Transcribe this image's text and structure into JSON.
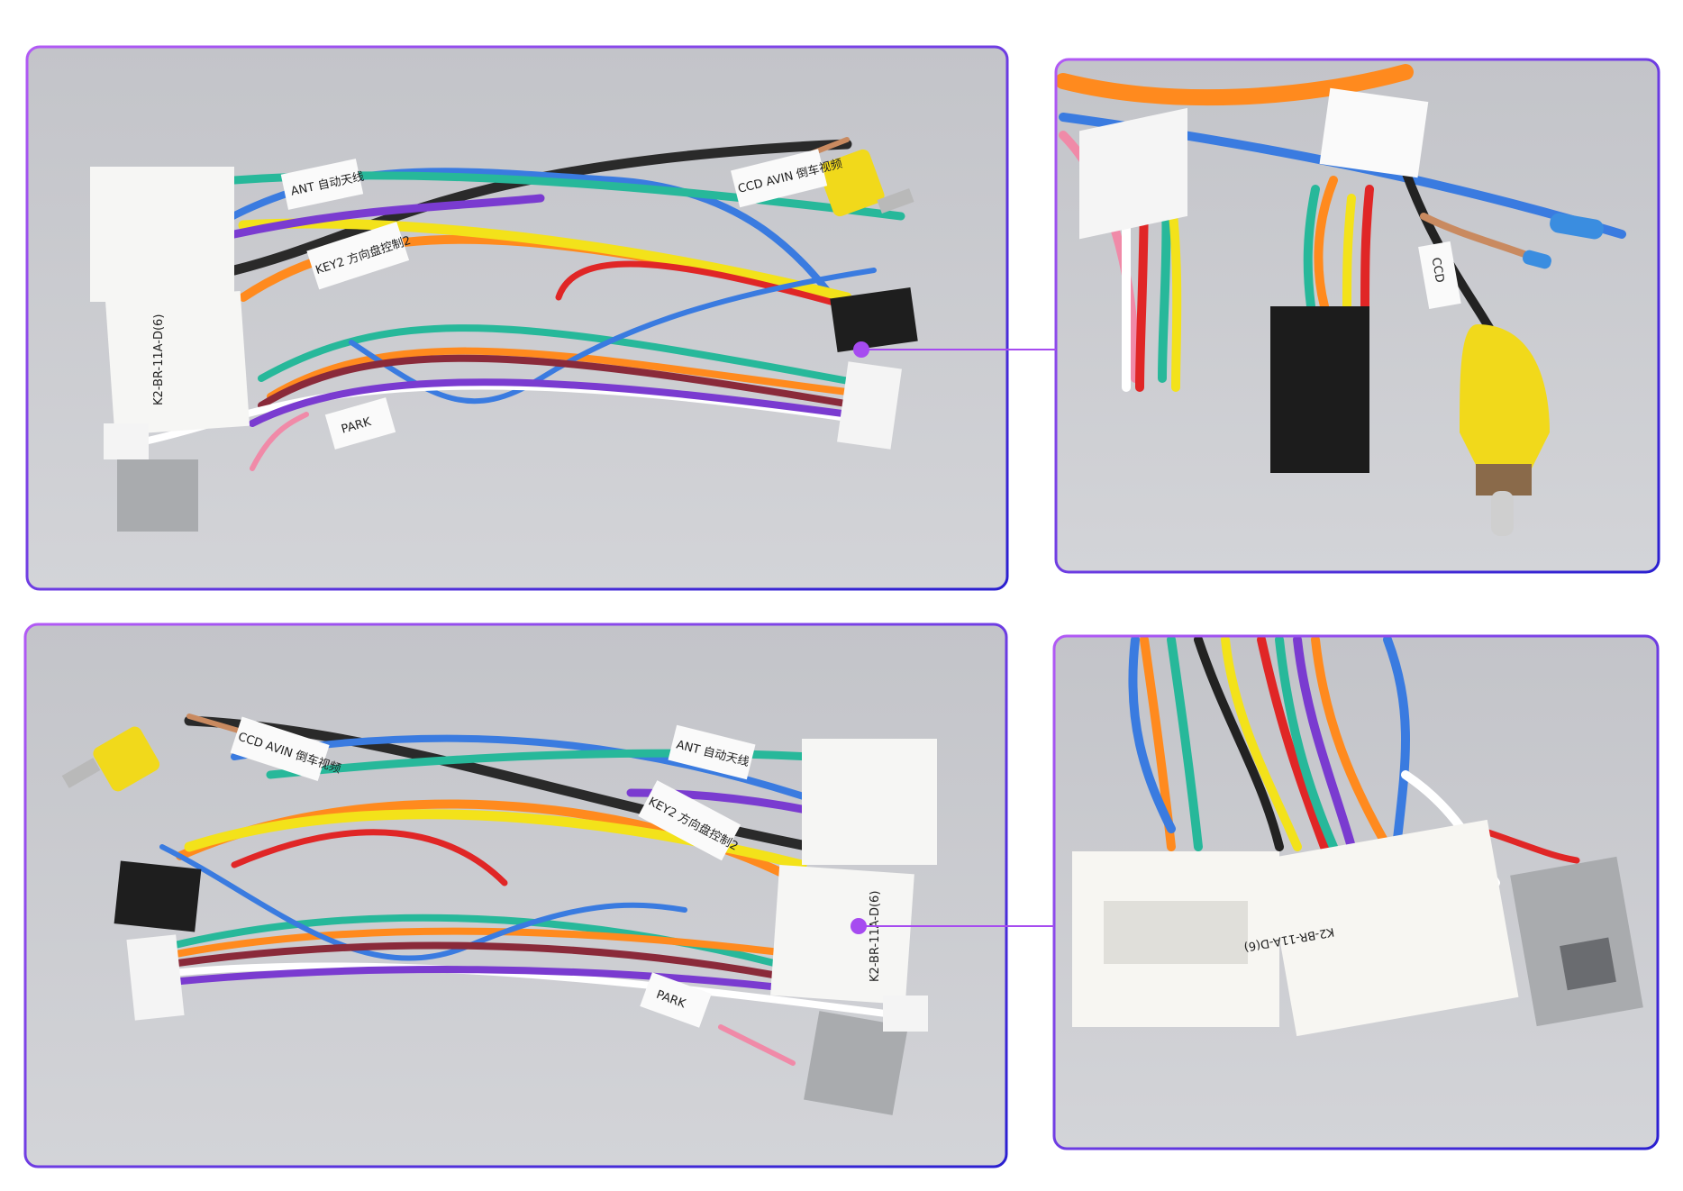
{
  "panels": [
    {
      "name": "full-harness-top",
      "labels": {
        "ant": "ANT 自动天线",
        "ccd": "CCD AVIN 倒车视频",
        "key2": "KEY2 方向盘控制2",
        "model": "K2-BR-11A-D(6)",
        "park": "PARK"
      }
    },
    {
      "name": "detail-rca-connectors",
      "labels": {
        "ccd": "CCD"
      }
    },
    {
      "name": "full-harness-bottom",
      "labels": {
        "ant": "ANT 自动天线",
        "ccd": "CCD AVIN 倒车视频",
        "key2": "KEY2 方向盘控制2",
        "model": "K2-BR-11A-D(6)",
        "park": "PARK"
      }
    },
    {
      "name": "detail-oem-plugs",
      "labels": {
        "model": "K2-BR-11A-D(6)"
      }
    }
  ],
  "colors": {
    "frame_start": "#a64bf0",
    "frame_end": "#2a1fd0",
    "callout": "#a64bf0",
    "background": "#c9cacf"
  }
}
